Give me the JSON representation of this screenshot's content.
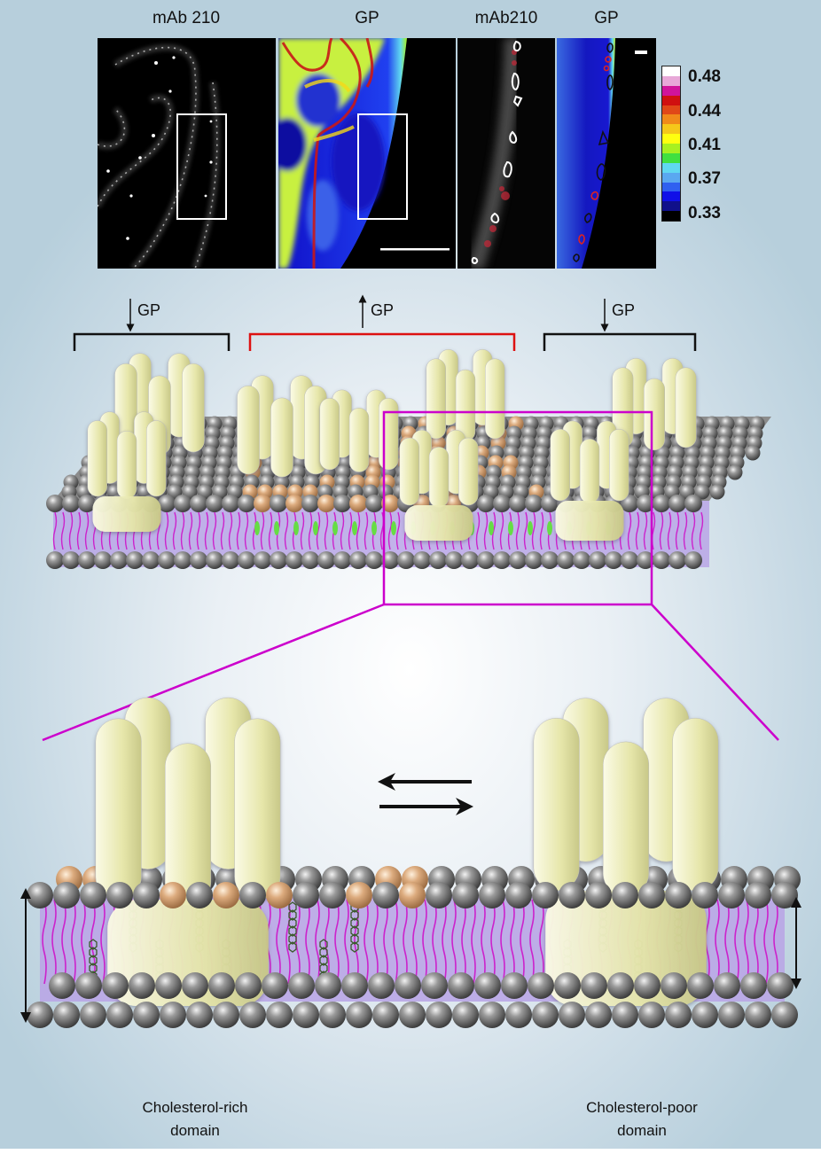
{
  "figure": {
    "type": "diagram",
    "description": "Microscopy GP (generalized polarization) imaging of membrane domains and schematic of proteins partitioning between cholesterol-rich and cholesterol-poor lipid domains"
  },
  "micrographs": {
    "panels": [
      {
        "title": "mAb 210",
        "type": "grayscale-fluorescence",
        "has_roi_box": true
      },
      {
        "title": "GP",
        "type": "pseudocolor-gp-map",
        "has_roi_box": true,
        "has_scale_bar": true
      },
      {
        "title": "mAb210",
        "type": "grayscale-zoom",
        "has_contours": true
      },
      {
        "title": "GP",
        "type": "pseudocolor-zoom",
        "has_contours": true,
        "has_scale_bar": true
      }
    ],
    "colorbar": {
      "ticks": [
        "0.48",
        "0.44",
        "0.41",
        "0.37",
        "0.33"
      ],
      "colors": [
        "#ffffff",
        "#e8a8d8",
        "#d0149a",
        "#d01010",
        "#e04818",
        "#f08a1a",
        "#f5c81a",
        "#ffff10",
        "#a8f020",
        "#40e040",
        "#60d8f0",
        "#5aa8f0",
        "#3060f0",
        "#1010e8",
        "#10108a",
        "#000000"
      ]
    }
  },
  "schematic": {
    "brackets": [
      {
        "label": "GP",
        "arrow": "down",
        "color": "#111111"
      },
      {
        "label": "GP",
        "arrow": "up",
        "color": "#dd1111"
      },
      {
        "label": "GP",
        "arrow": "down",
        "color": "#111111"
      }
    ],
    "zoom_box_color": "#cc00cc",
    "equilibrium_arrows": [
      "left",
      "right"
    ],
    "domains": [
      {
        "label_line1": "Cholesterol-rich",
        "label_line2": "domain"
      },
      {
        "label_line1": "Cholesterol-poor",
        "label_line2": "domain"
      }
    ],
    "colors": {
      "protein": "#e8e8b0",
      "lipid_head": "#8a8a8a",
      "sphingolipid_head": "#d8a878",
      "tail": "#cc22cc",
      "core": "#b8a8e8",
      "cholesterol": "#3a5a2a"
    }
  }
}
